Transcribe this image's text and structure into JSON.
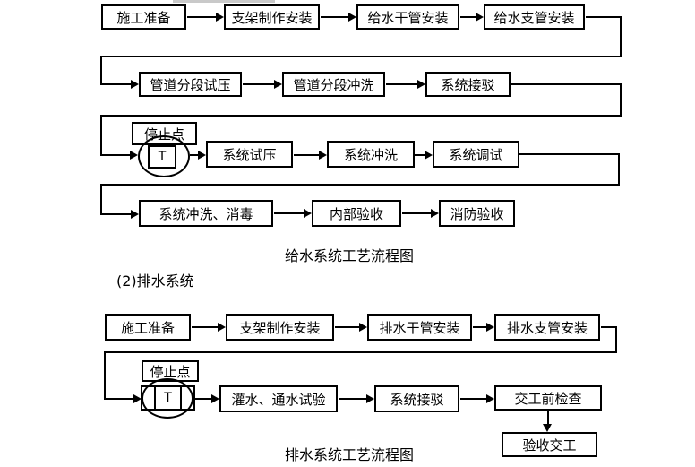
{
  "colors": {
    "line": "#000000",
    "background": "#ffffff",
    "artifact_strip": "#c9c9c9"
  },
  "water_supply_flow": {
    "caption": "给水系统工艺流程图",
    "row1": [
      "施工准备",
      "支架制作安装",
      "给水干管安装",
      "给水支管安装"
    ],
    "row2": [
      "管道分段试压",
      "管道分段冲洗",
      "系统接驳"
    ],
    "stop_point_label": "停止点",
    "hold_point_symbol": "T",
    "row3": [
      "系统试压",
      "系统冲洗",
      "系统调试"
    ],
    "row4": [
      "系统冲洗、消毒",
      "内部验收",
      "消防验收"
    ]
  },
  "section_heading": "(2)排水系统",
  "drainage_flow": {
    "caption": "排水系统工艺流程图",
    "row1": [
      "施工准备",
      "支架制作安装",
      "排水干管安装",
      "排水支管安装"
    ],
    "stop_point_label": "停止点",
    "hold_point_symbol": "T",
    "row2": [
      "灌水、通水试验",
      "系统接驳",
      "交工前检查"
    ],
    "final_box": "验收交工"
  }
}
